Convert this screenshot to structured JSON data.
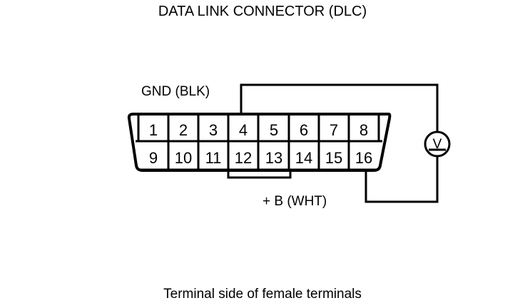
{
  "title": "DATA LINK CONNECTOR (DLC)",
  "caption": "Terminal side of female terminals",
  "labels": {
    "ground": "GND (BLK)",
    "battery_positive": "+ B (WHT)"
  },
  "meter": {
    "symbol": "V",
    "name": "voltmeter"
  },
  "connector": {
    "name": "DLC 16-pin connector",
    "top_row": [
      "1",
      "2",
      "3",
      "4",
      "5",
      "6",
      "7",
      "8"
    ],
    "bottom_row": [
      "9",
      "10",
      "11",
      "12",
      "13",
      "14",
      "15",
      "16"
    ]
  },
  "colors": {
    "line": "#000000",
    "background": "#ffffff",
    "text": "#000000"
  }
}
